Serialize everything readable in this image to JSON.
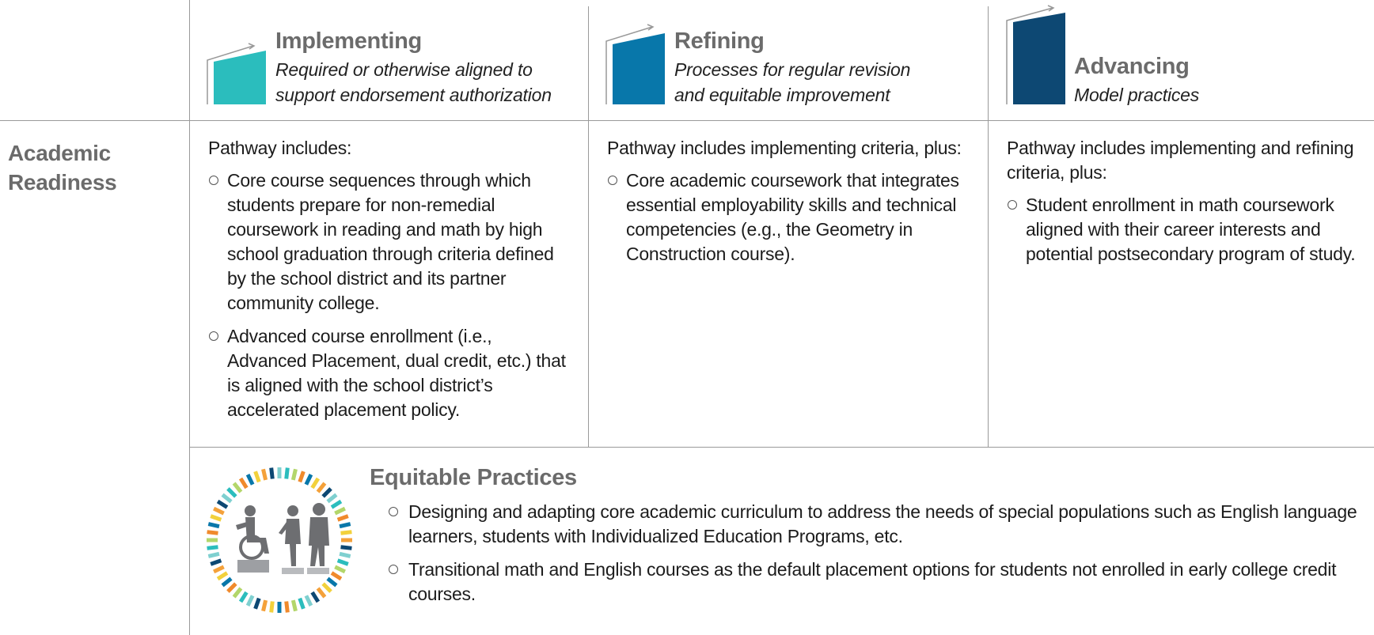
{
  "columns": [
    {
      "title": "Implementing",
      "subtitle_line1": "Required or otherwise aligned to",
      "subtitle_line2": "support endorsement authorization",
      "color": "#2bbdbd"
    },
    {
      "title": "Refining",
      "subtitle_line1": "Processes for regular revision",
      "subtitle_line2": "and equitable improvement",
      "color": "#0877aa"
    },
    {
      "title": "Advancing",
      "subtitle_line1": "Model practices",
      "subtitle_line2": "",
      "color": "#0d4873"
    }
  ],
  "row": {
    "label_line1": "Academic",
    "label_line2": "Readiness",
    "cells": [
      {
        "intro": "Pathway includes:",
        "bullets": [
          "Core course sequences through which students prepare for non-remedial coursework in reading and math by high school graduation through criteria defined by the school district and its partner community college.",
          "Advanced course enrollment (i.e., Advanced Placement, dual credit, etc.) that is aligned with the school district’s accelerated placement policy."
        ]
      },
      {
        "intro": "Pathway includes implementing criteria, plus:",
        "bullets": [
          "Core academic coursework that integrates essential employability skills and technical competencies (e.g., the Geometry in Construction course)."
        ]
      },
      {
        "intro": "Pathway includes implementing and refining criteria, plus:",
        "bullets": [
          "Student enrollment in math coursework aligned with their career interests and potential postsecondary program of study."
        ]
      }
    ]
  },
  "equitable": {
    "title": "Equitable Practices",
    "icon": "equitable-practices-logo",
    "bullets": [
      "Designing and adapting core academic curriculum to address the needs of special populations such as English language learners, students with Individualized Education Programs, etc.",
      "Transitional math and English courses as the default placement options for students not enrolled in early college credit courses."
    ]
  }
}
